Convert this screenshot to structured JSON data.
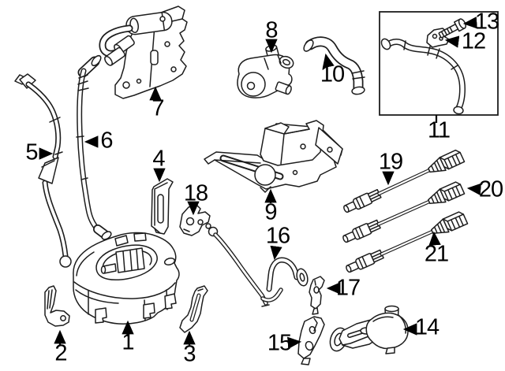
{
  "figure": {
    "kind": "exploded-parts-line-drawing"
  },
  "colors": {
    "background": "#ffffff",
    "line_art": "#1d1d1d",
    "label_text": "#000000"
  },
  "callouts": [
    {
      "number": "1"
    },
    {
      "number": "2"
    },
    {
      "number": "3"
    },
    {
      "number": "4"
    },
    {
      "number": "5"
    },
    {
      "number": "6"
    },
    {
      "number": "7"
    },
    {
      "number": "8"
    },
    {
      "number": "9"
    },
    {
      "number": "10"
    },
    {
      "number": "11"
    },
    {
      "number": "12"
    },
    {
      "number": "13"
    },
    {
      "number": "14"
    },
    {
      "number": "15"
    },
    {
      "number": "16"
    },
    {
      "number": "17"
    },
    {
      "number": "18"
    },
    {
      "number": "19"
    },
    {
      "number": "20"
    },
    {
      "number": "21"
    }
  ]
}
